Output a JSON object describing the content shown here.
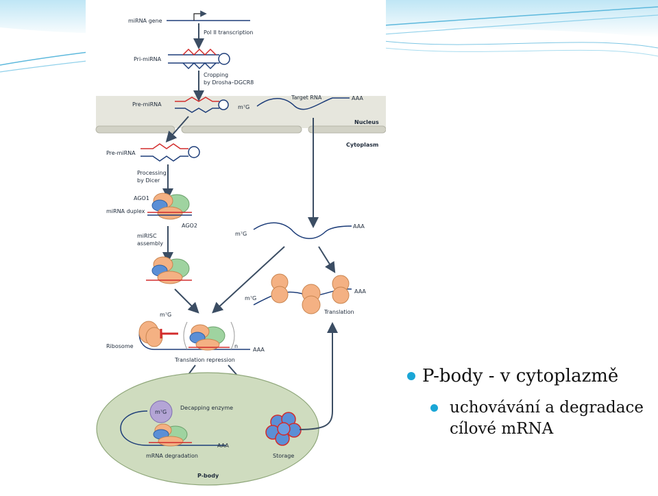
{
  "figure": {
    "labels": {
      "mirna_gene": "miRNA gene",
      "pol2": "Pol II transcription",
      "pri_mirna": "Pri-miRNA",
      "cropping1": "Cropping",
      "cropping2": "by Drosha–DGCR8",
      "pre_mirna_nuc": "Pre-miRNA",
      "target_rna": "Target RNA",
      "aaa_1": "AAA",
      "m7g_1": "m⁷G",
      "nucleus": "Nucleus",
      "cytoplasm": "Cytoplasm",
      "pre_mirna_cyt": "Pre-miRNA",
      "processing1": "Processing",
      "processing2": "by Dicer",
      "ago1": "AGO1",
      "mirna_duplex": "miRNA duplex",
      "ago2": "AGO2",
      "mirisc1": "miRISC",
      "mirisc2": "assembly",
      "m7g_2": "m⁷G",
      "aaa_2": "AAA",
      "m7g_3": "m⁷G",
      "aaa_3": "AAA",
      "translation": "Translation",
      "m7g_4": "m⁷G",
      "ribosome": "Ribosome",
      "n": "n",
      "aaa_4": "AAA",
      "translation_repression": "Translation repression",
      "m7g_5": "m⁷G",
      "decapping": "Decapping enzyme",
      "aaa_5": "AAA",
      "mrna_degradation": "mRNA degradation",
      "storage": "Storage",
      "p_body": "P-body"
    }
  },
  "bullets": {
    "level1": "P-body - v cytoplazmě",
    "level2": "uchovávání a degradace cílové mRNA"
  },
  "colors": {
    "accent": "#1aa6d6",
    "rna_blue": "#1c3c78",
    "rna_red": "#d22b2b",
    "nucleus_band": "#e6e6dd",
    "pbody_fill": "#cfdcbf",
    "ribosome": "#f4b183",
    "ago_green": "#9fd3a0",
    "ago_blue": "#5b8fd6"
  }
}
